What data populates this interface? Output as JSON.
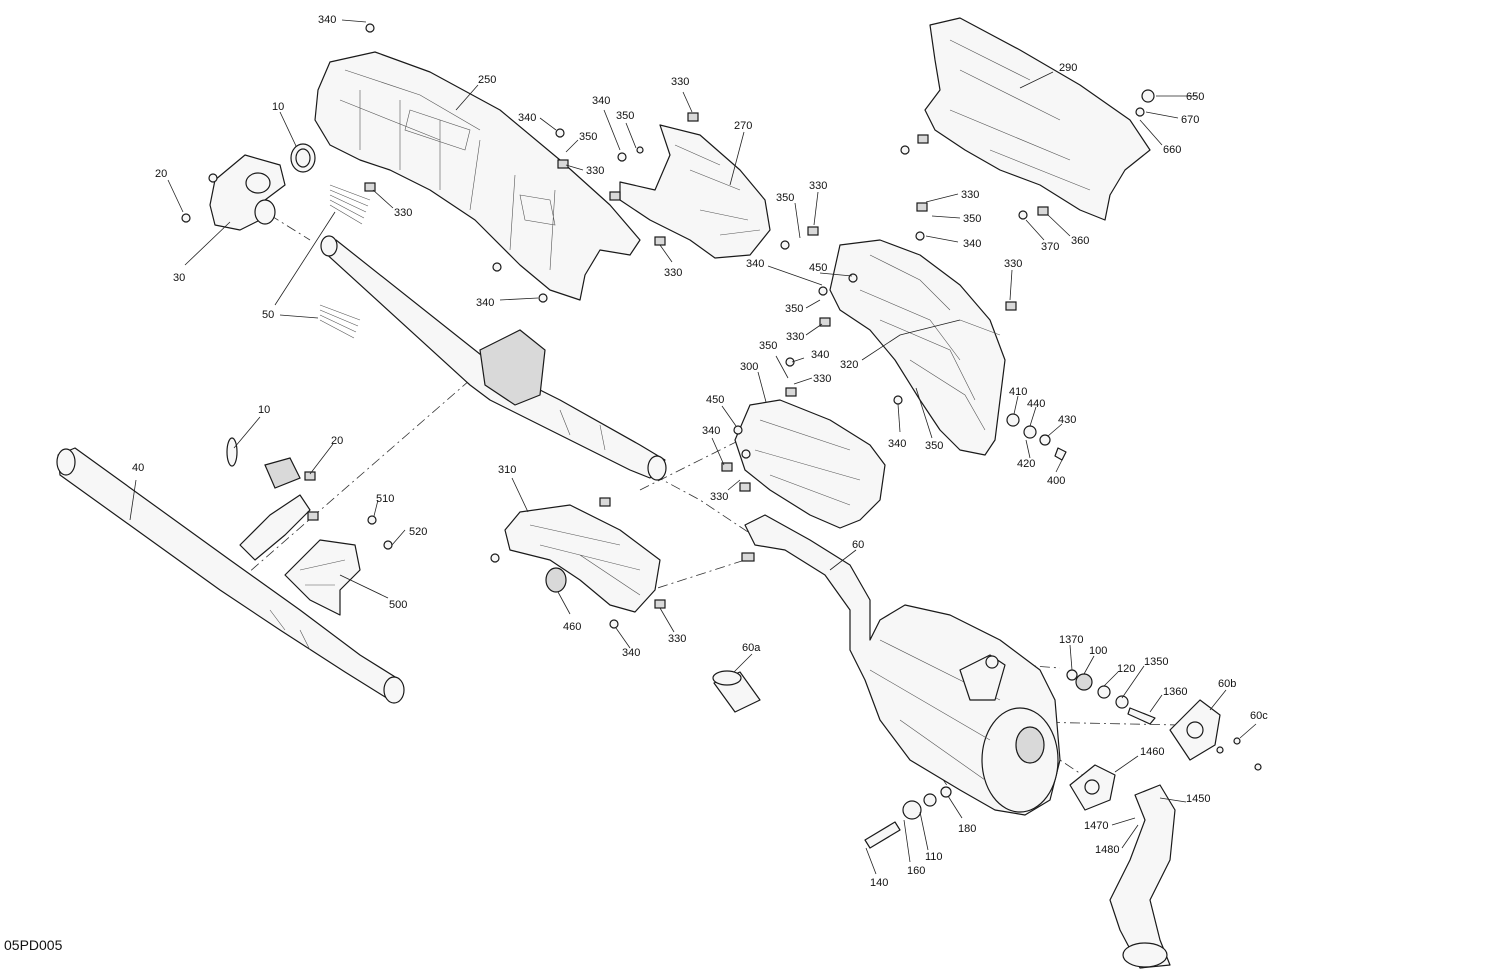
{
  "diagram_code": "05PD005",
  "callouts": [
    {
      "id": "c-340-top",
      "text": "340"
    },
    {
      "id": "c-250",
      "text": "250"
    },
    {
      "id": "c-10-a",
      "text": "10"
    },
    {
      "id": "c-20-a",
      "text": "20"
    },
    {
      "id": "c-30",
      "text": "30"
    },
    {
      "id": "c-330-a",
      "text": "330"
    },
    {
      "id": "c-50",
      "text": "50"
    },
    {
      "id": "c-340-b",
      "text": "340"
    },
    {
      "id": "c-350-b",
      "text": "350"
    },
    {
      "id": "c-330-b",
      "text": "330"
    },
    {
      "id": "c-340-c",
      "text": "340"
    },
    {
      "id": "c-350-c",
      "text": "350"
    },
    {
      "id": "c-330-c",
      "text": "330"
    },
    {
      "id": "c-270",
      "text": "270"
    },
    {
      "id": "c-330-d",
      "text": "330"
    },
    {
      "id": "c-340-d",
      "text": "340"
    },
    {
      "id": "c-290",
      "text": "290"
    },
    {
      "id": "c-650",
      "text": "650"
    },
    {
      "id": "c-670",
      "text": "670"
    },
    {
      "id": "c-660",
      "text": "660"
    },
    {
      "id": "c-330-e",
      "text": "330"
    },
    {
      "id": "c-350-e",
      "text": "350"
    },
    {
      "id": "c-340-e",
      "text": "340"
    },
    {
      "id": "c-370",
      "text": "370"
    },
    {
      "id": "c-360",
      "text": "360"
    },
    {
      "id": "c-350-f",
      "text": "350"
    },
    {
      "id": "c-330-f",
      "text": "330"
    },
    {
      "id": "c-340-f",
      "text": "340"
    },
    {
      "id": "c-450-a",
      "text": "450"
    },
    {
      "id": "c-350-g",
      "text": "350"
    },
    {
      "id": "c-330-g",
      "text": "330"
    },
    {
      "id": "c-330-h",
      "text": "330"
    },
    {
      "id": "c-320",
      "text": "320"
    },
    {
      "id": "c-350-h",
      "text": "350"
    },
    {
      "id": "c-340-h",
      "text": "340"
    },
    {
      "id": "c-330-i",
      "text": "330"
    },
    {
      "id": "c-300",
      "text": "300"
    },
    {
      "id": "c-450-b",
      "text": "450"
    },
    {
      "id": "c-340-i",
      "text": "340"
    },
    {
      "id": "c-330-j",
      "text": "330"
    },
    {
      "id": "c-340-j",
      "text": "340"
    },
    {
      "id": "c-350-j",
      "text": "350"
    },
    {
      "id": "c-410",
      "text": "410"
    },
    {
      "id": "c-440",
      "text": "440"
    },
    {
      "id": "c-430",
      "text": "430"
    },
    {
      "id": "c-420",
      "text": "420"
    },
    {
      "id": "c-400",
      "text": "400"
    },
    {
      "id": "c-10-b",
      "text": "10"
    },
    {
      "id": "c-20-b",
      "text": "20"
    },
    {
      "id": "c-40",
      "text": "40"
    },
    {
      "id": "c-510",
      "text": "510"
    },
    {
      "id": "c-520",
      "text": "520"
    },
    {
      "id": "c-500",
      "text": "500"
    },
    {
      "id": "c-310",
      "text": "310"
    },
    {
      "id": "c-460",
      "text": "460"
    },
    {
      "id": "c-330-k",
      "text": "330"
    },
    {
      "id": "c-340-k",
      "text": "340"
    },
    {
      "id": "c-60",
      "text": "60"
    },
    {
      "id": "c-60a",
      "text": "60a"
    },
    {
      "id": "c-1370",
      "text": "1370"
    },
    {
      "id": "c-100",
      "text": "100"
    },
    {
      "id": "c-120",
      "text": "120"
    },
    {
      "id": "c-1350",
      "text": "1350"
    },
    {
      "id": "c-1360",
      "text": "1360"
    },
    {
      "id": "c-60b",
      "text": "60b"
    },
    {
      "id": "c-60c",
      "text": "60c"
    },
    {
      "id": "c-1460",
      "text": "1460"
    },
    {
      "id": "c-1450",
      "text": "1450"
    },
    {
      "id": "c-1470",
      "text": "1470"
    },
    {
      "id": "c-1480",
      "text": "1480"
    },
    {
      "id": "c-180",
      "text": "180"
    },
    {
      "id": "c-110",
      "text": "110"
    },
    {
      "id": "c-160",
      "text": "160"
    },
    {
      "id": "c-140",
      "text": "140"
    }
  ]
}
